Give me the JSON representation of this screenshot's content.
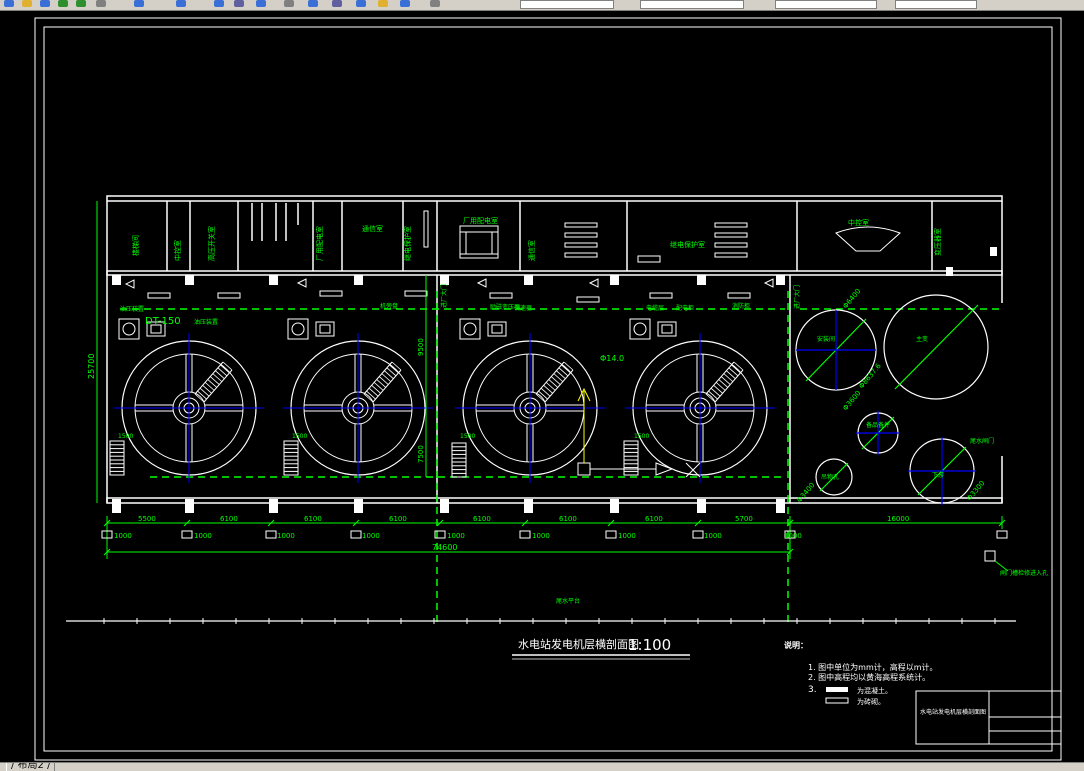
{
  "toolbar": {
    "icons": [
      "new-icon",
      "open-icon",
      "save-icon",
      "undo-icon",
      "redo-icon",
      "pan-icon",
      "zoom-icon",
      "zoom-window-icon",
      "zoom-prev-icon",
      "properties-icon",
      "design-center-icon",
      "tool-palette-icon",
      "markup-icon",
      "calculator-icon",
      "help-icon",
      "match-properties-icon",
      "layer-manager-icon",
      "layer-state-icon"
    ],
    "fields": [
      "",
      "",
      "",
      ""
    ]
  },
  "drawing": {
    "title": "水电站发电机层横剖面图",
    "scale": "1:100",
    "unit_label": "DT-150",
    "diameter_label": "Φ14.0",
    "top_rooms": [
      "楼梯间",
      "中控室",
      "高压开关室",
      "厂用配电室",
      "继电保护室",
      "通信室",
      "变压器室",
      "励磁盘室"
    ],
    "corridor_labels": [
      "油压装置",
      "机旁盘",
      "励磁变压器",
      "调速器",
      "电缆层",
      "配电柜",
      "消防柜",
      "进厂大门"
    ],
    "right_labels": [
      "安装间",
      "主变",
      "尾水闸门",
      "备品备件",
      "吊物孔",
      "下游"
    ],
    "dims_top": [
      "5500",
      "6100",
      "6100",
      "6100",
      "6100",
      "6100",
      "6100",
      "5700",
      "16000"
    ],
    "dims_small": [
      "1000",
      "1000",
      "1000",
      "1000",
      "1000",
      "1000",
      "1000",
      "1000",
      "1000"
    ],
    "dim_total": "74600",
    "dims_vertical": [
      "25700",
      "9500",
      "7500"
    ],
    "stair_labels": [
      "1500",
      "1500",
      "1500",
      "1500"
    ],
    "right_circle_labels": [
      "Φ6400",
      "Φ8637.6",
      "Φ3600",
      "Φ3400",
      "Φ3300"
    ],
    "center_note": "尾水平台",
    "legend_note": "闸门槽检修进入孔",
    "notes_title": "说明：",
    "notes": [
      "1. 图中单位为mm计，高程以m计。",
      "2. 图中高程均以黄海高程系统计。",
      "3.",
      ""
    ],
    "notes_legend": [
      "为混凝土。",
      "为砖砌。"
    ],
    "title_block": "水电站发电机层横剖面图",
    "colors": {
      "wall": "#ffffff",
      "cyan": "#00ffff",
      "green": "#00ff00",
      "blue": "#0000ff",
      "yellow": "#ffff00"
    }
  },
  "tabs": {
    "layout2": "/ 布局2 /"
  }
}
